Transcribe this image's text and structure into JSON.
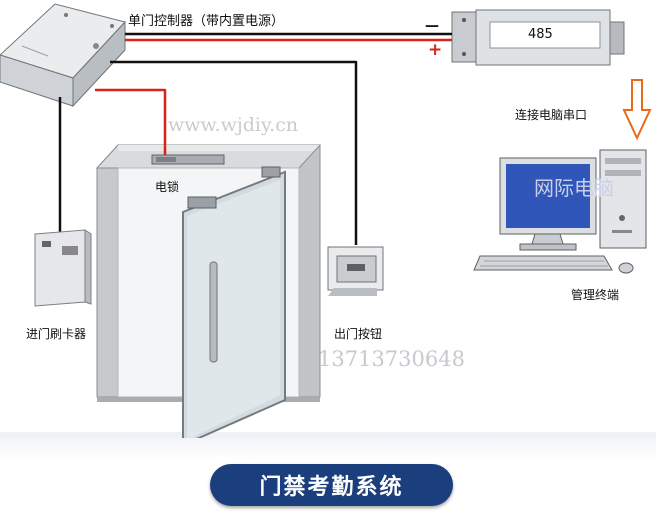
{
  "labels": {
    "controller": "单门控制器（带内置电源）",
    "converter": "485",
    "minus": "—",
    "plus": "+",
    "connect_pc": "连接电脑串口",
    "lock": "电锁",
    "card_reader": "进门刷卡器",
    "exit_button": "出门按钮",
    "management_terminal": "管理终端"
  },
  "watermarks": {
    "site": "www.wjdiy.cn",
    "monitor_text": "网际电脑",
    "phone": "13713730648"
  },
  "banner": {
    "title": "门禁考勤系统"
  },
  "colors": {
    "wire_black": "#111111",
    "wire_red": "#d8221b",
    "banner_bg": "#1b3f7d",
    "arrow_orange": "#e86a1b",
    "screen_blue": "#2f56b8"
  }
}
